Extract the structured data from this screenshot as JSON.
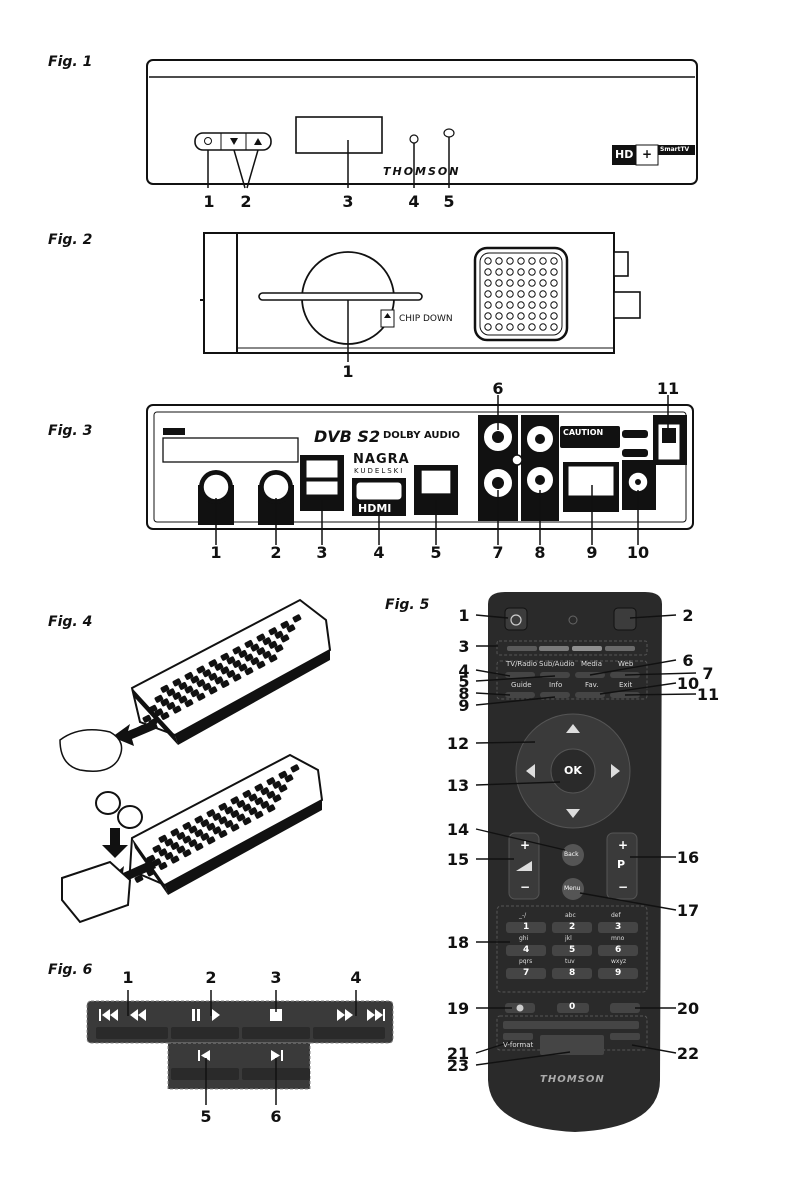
{
  "figures": {
    "fig1": {
      "label": "Fig. 1",
      "callouts": [
        "1",
        "2",
        "3",
        "4",
        "5"
      ],
      "brand": "THOMSON",
      "badge_hd": "HD",
      "badge_plus": "+",
      "badge_smart": "SmartTV"
    },
    "fig2": {
      "label": "Fig. 2",
      "callouts": [
        "1"
      ],
      "chip_text": "CHIP DOWN"
    },
    "fig3": {
      "label": "Fig. 3",
      "callouts": [
        "1",
        "2",
        "3",
        "4",
        "5",
        "6",
        "7",
        "8",
        "9",
        "10",
        "11"
      ],
      "dvb_logo": "DVB S2",
      "dolby": "DOLBY AUDIO",
      "nagra": "NAGRA",
      "kudelski": "KUDELSKI",
      "hdmi": "HDMI",
      "caution": "CAUTION"
    },
    "fig4": {
      "label": "Fig. 4"
    },
    "fig5": {
      "label": "Fig. 5",
      "callouts_left": [
        "1",
        "3",
        "4",
        "5",
        "8",
        "9",
        "12",
        "13",
        "14",
        "15",
        "18",
        "19",
        "21",
        "23"
      ],
      "callouts_right": [
        "2",
        "6",
        "7",
        "10",
        "11",
        "16",
        "17",
        "20",
        "22"
      ],
      "buttons": {
        "tv_radio": "TV/Radio",
        "sub_audio": "Sub/Audio",
        "media": "Media",
        "web": "Web",
        "guide": "Guide",
        "info": "Info",
        "fav": "Fav.",
        "exit": "Exit",
        "ok": "OK",
        "back": "Back",
        "menu": "Menu",
        "vol_plus": "+",
        "vol_minus": "−",
        "p_plus": "+",
        "p_label": "P",
        "p_minus": "−",
        "vformat": "V-format",
        "brand": "THOMSON"
      },
      "keypad": [
        {
          "letters": "_-/",
          "digit": "1"
        },
        {
          "letters": "abc",
          "digit": "2"
        },
        {
          "letters": "def",
          "digit": "3"
        },
        {
          "letters": "ghi",
          "digit": "4"
        },
        {
          "letters": "jkl",
          "digit": "5"
        },
        {
          "letters": "mno",
          "digit": "6"
        },
        {
          "letters": "pqrs",
          "digit": "7"
        },
        {
          "letters": "tuv",
          "digit": "8"
        },
        {
          "letters": "wxyz",
          "digit": "9"
        }
      ],
      "zero": "0"
    },
    "fig6": {
      "label": "Fig. 6",
      "callouts": [
        "1",
        "2",
        "3",
        "4",
        "5",
        "6"
      ]
    }
  }
}
